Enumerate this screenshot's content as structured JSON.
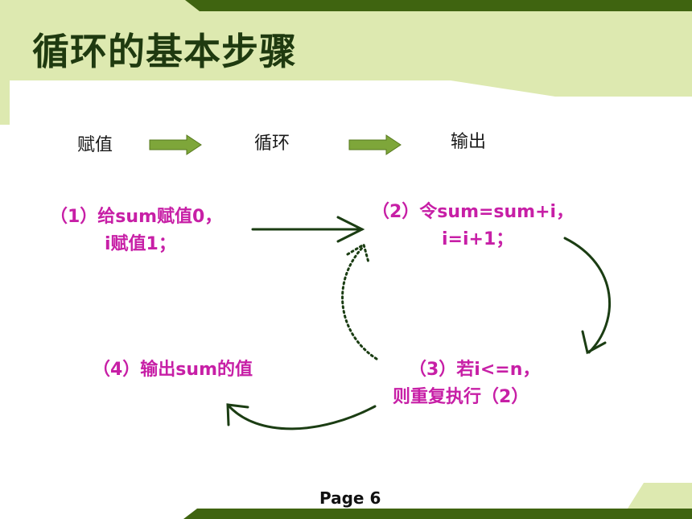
{
  "slide": {
    "title": "循环的基本步骤",
    "page": "Page 6"
  },
  "flow": {
    "step1": "赋值",
    "step2": "循环",
    "step3": "输出"
  },
  "steps": {
    "s1_line1": "（1）给sum赋值0，",
    "s1_line2": "i赋值1；",
    "s2_line1": "（2）令sum=sum+i，",
    "s2_line2": "i=i+1；",
    "s3_line1": "（3）若i<=n，",
    "s3_line2": "则重复执行（2）",
    "s4_line1": "（4）输出sum的值"
  },
  "colors": {
    "accent_dark": "#3f6410",
    "accent_light": "#dde9b0",
    "step_text": "#c71fa6",
    "arrow": "#1b3d13"
  }
}
